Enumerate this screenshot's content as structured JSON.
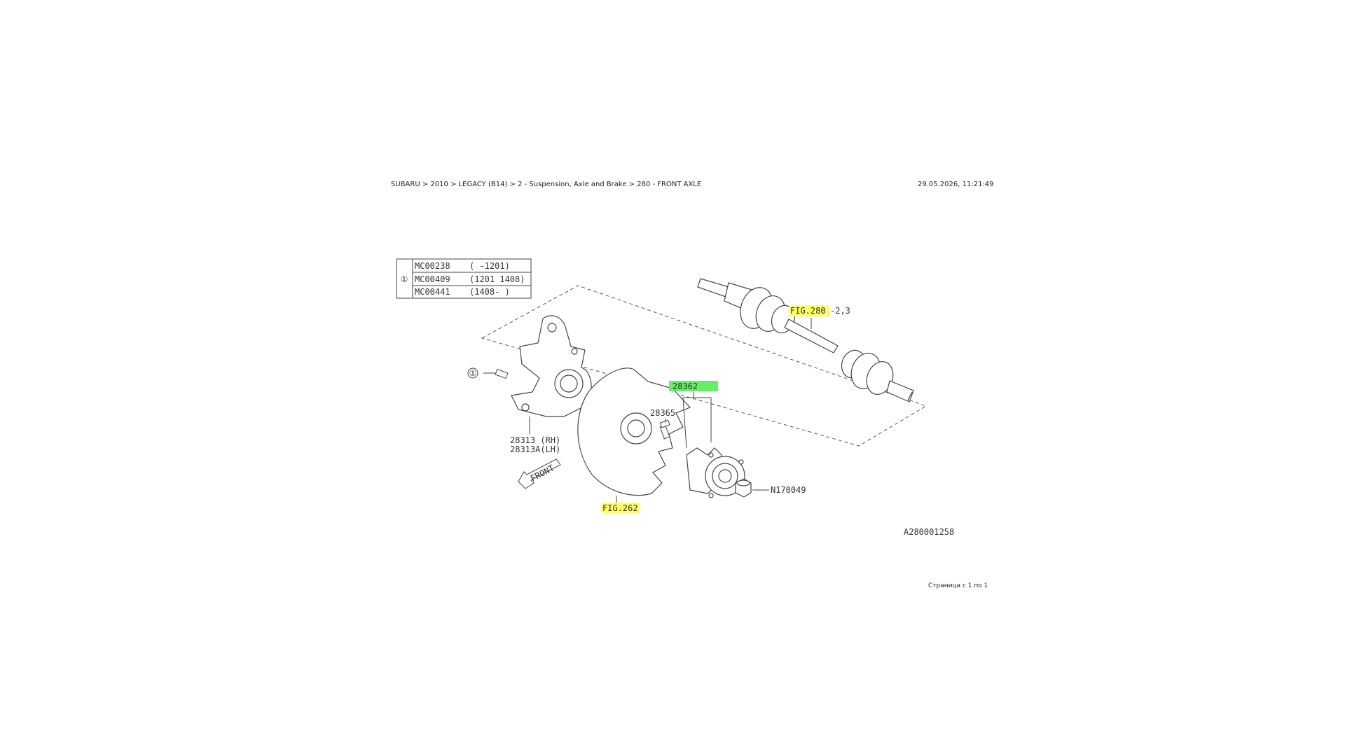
{
  "header": {
    "breadcrumb": "SUBARU > 2010 > LEGACY (B14) > 2 - Suspension, Axle and Brake > 280 - FRONT AXLE",
    "timestamp": "29.05.2026, 11:21:49"
  },
  "footer": {
    "page_info": "Страница с 1 по 1"
  },
  "model_table": {
    "marker": "①",
    "rows": [
      {
        "code": "MC00238",
        "range": "( -1201)"
      },
      {
        "code": "MC00409",
        "range": "(1201 1408)"
      },
      {
        "code": "MC00441",
        "range": "(1408- )"
      }
    ]
  },
  "parts": {
    "bolt_marker": "①",
    "knuckle_rh": "28313 (RH)",
    "knuckle_lh": "28313A(LH)",
    "hub_assembly": "28362",
    "hub_bolt": "28365",
    "nut": "N170049",
    "backing_plate_ref": "FIG.262",
    "drive_shaft_ref": "FIG.280",
    "drive_shaft_ref_suffix": "-2,3",
    "front_arrow": "FRONT",
    "illustration_id": "A280001258"
  },
  "colors": {
    "highlight_yellow": "#ffff66",
    "highlight_green": "#66ee66",
    "line": "#444444"
  }
}
